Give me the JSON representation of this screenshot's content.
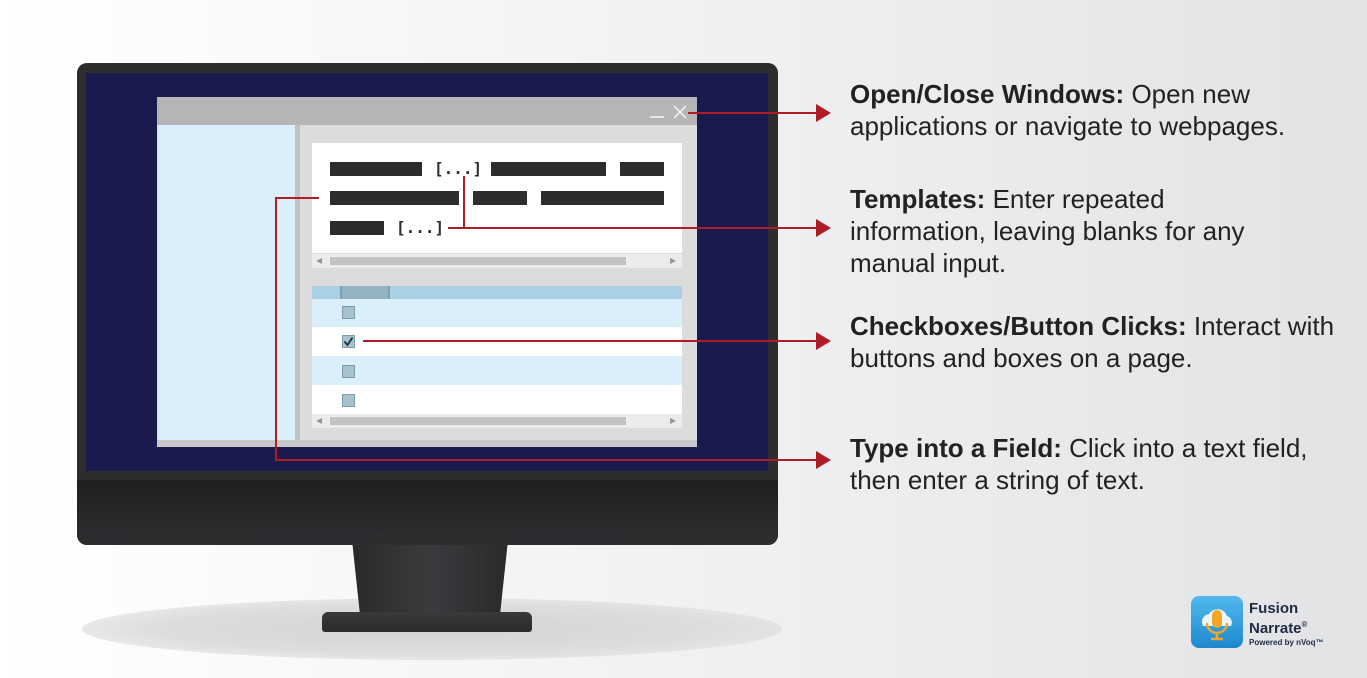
{
  "annotations": [
    {
      "id": "open-close",
      "heading": "Open/Close Windows:",
      "body": " Open new applications or navigate to webpages."
    },
    {
      "id": "templates",
      "heading": "Templates:",
      "body": " Enter repeated information, leaving blanks for any manual input."
    },
    {
      "id": "checkboxes",
      "heading": "Checkboxes/Button Clicks:",
      "body": " Interact with buttons and boxes on a page."
    },
    {
      "id": "type-field",
      "heading": "Type into a Field:",
      "body": " Click into a text field, then enter a string of text."
    }
  ],
  "template_blank": "[...]",
  "logo": {
    "name_line1": "Fusion",
    "name_line2": "Narrate",
    "registered_mark": "®",
    "tagline": "Powered by nVoq™"
  },
  "colors": {
    "screen": "#1b1a4e",
    "bezel": "#2d2d30",
    "accent_red": "#b01c24",
    "sidebar": "#dbeffb",
    "list_header": "#a9d0e4",
    "logo_blue": "#2b9ee0"
  },
  "icons": {
    "close": "close-icon",
    "minimize": "minimize-icon",
    "checkmark": "checkmark-icon",
    "microphone": "microphone-icon",
    "cloud": "cloud-icon"
  },
  "checkboxes": [
    {
      "row": 1,
      "checked": false
    },
    {
      "row": 2,
      "checked": true
    },
    {
      "row": 3,
      "checked": false
    },
    {
      "row": 4,
      "checked": false
    }
  ]
}
